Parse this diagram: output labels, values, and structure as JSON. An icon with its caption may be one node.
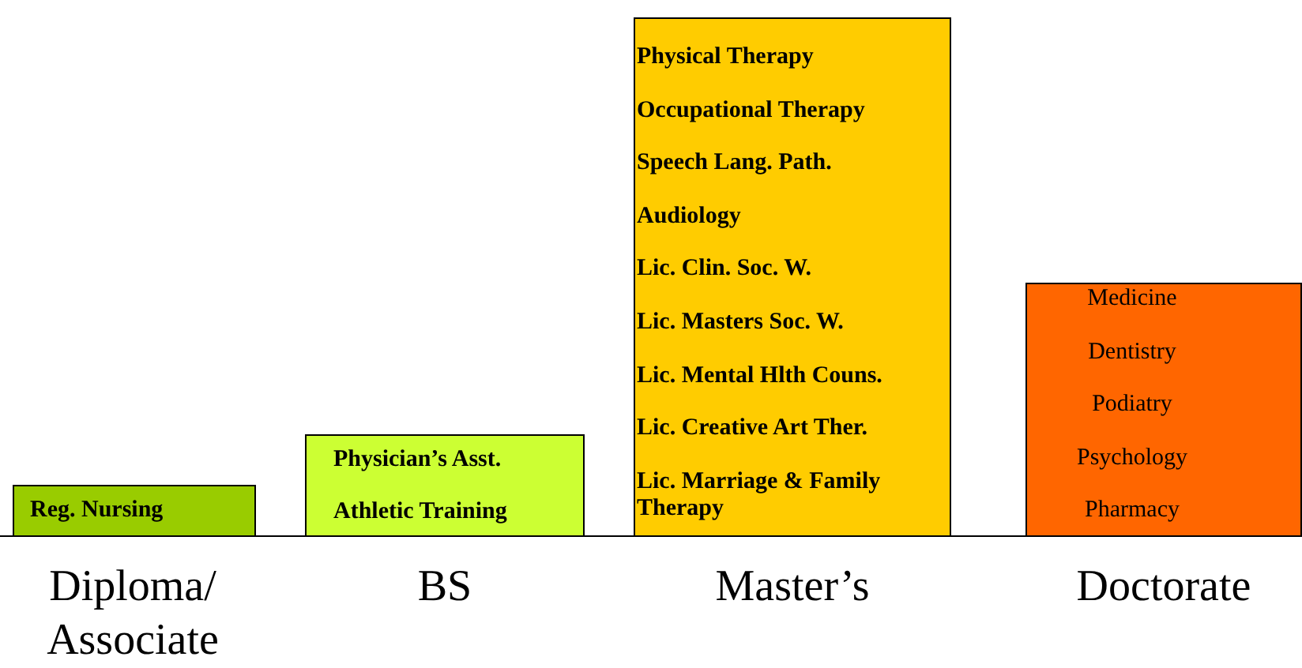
{
  "diagram": {
    "nodes": [
      {
        "text": [
          "Reg. Nursing"
        ],
        "beside": [
          "Diploma/ Associate"
        ]
      },
      {
        "text": [
          "Physician’s Asst.",
          "Athletic Training"
        ],
        "beside": [
          "BS"
        ]
      },
      {
        "text": [
          "Physical Therapy",
          "Occupational Therapy",
          "Speech Lang. Path.",
          "Audiology",
          "Lic. Clin. Soc. W.",
          "Lic. Masters Soc. W.",
          "Lic. Mental Hlth Couns.",
          "Lic. Creative Art Ther.",
          "Lic. Marriage & Family Therapy"
        ],
        "beside": [
          "Master’s"
        ]
      },
      {
        "text": [
          "Medicine",
          "Dentistry",
          "Podiatry",
          "Psychology",
          "Pharmacy"
        ],
        "beside": [
          "Doctorate"
        ]
      }
    ]
  }
}
